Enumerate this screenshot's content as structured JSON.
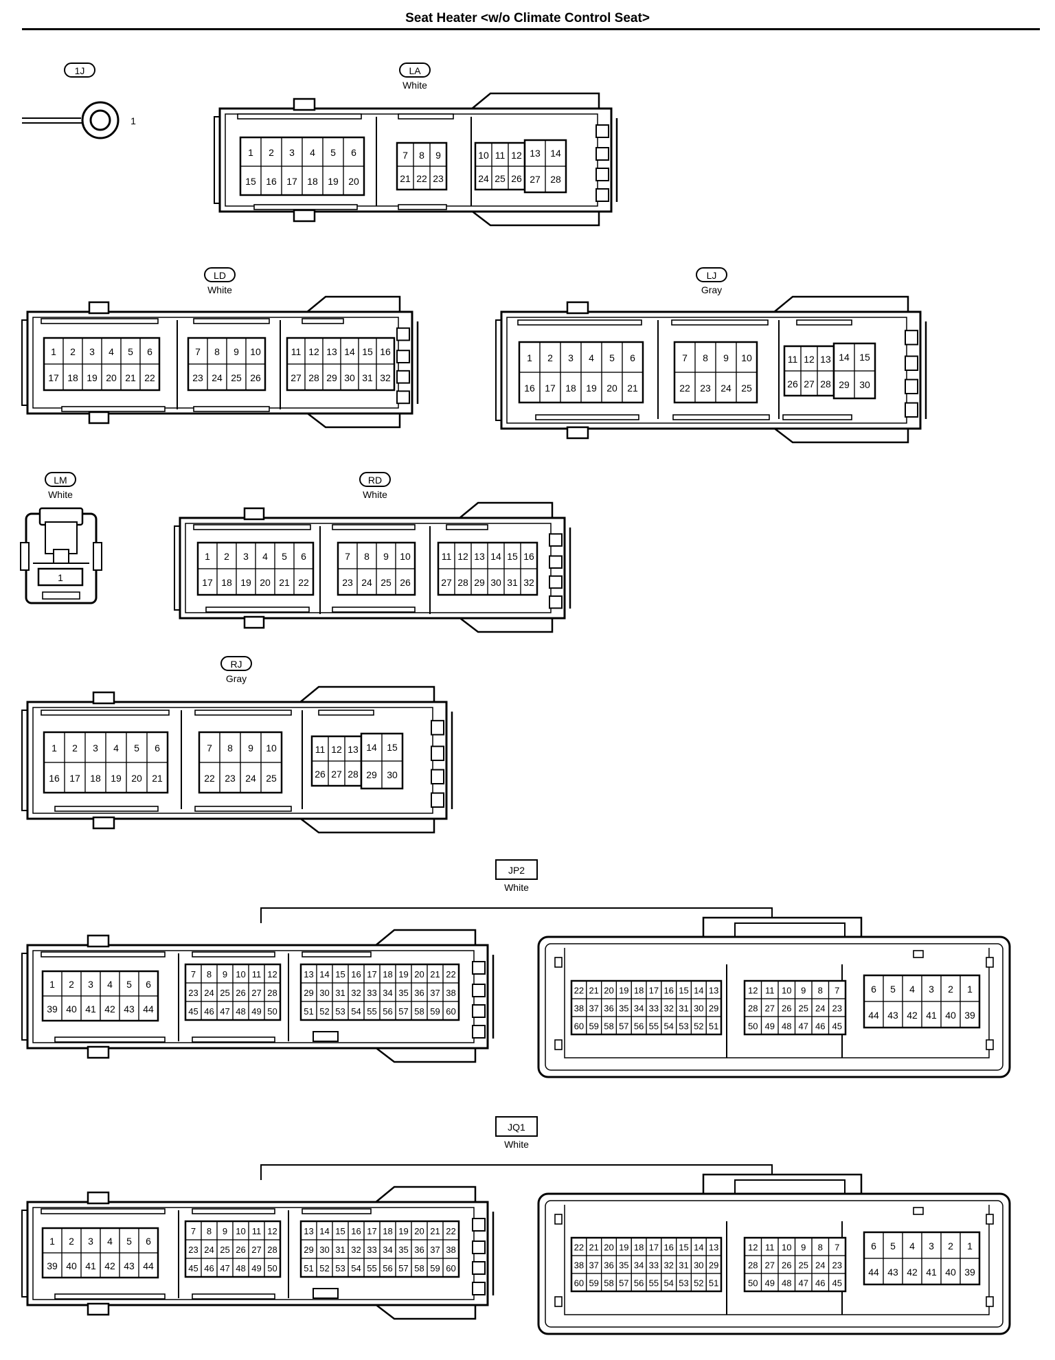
{
  "title": "Seat Heater <w/o Climate Control Seat>",
  "connectors": [
    {
      "id": "1J",
      "color": "",
      "terminal": "1"
    },
    {
      "id": "LA",
      "color": "White",
      "blocks": [
        {
          "rows": [
            [
              "1",
              "2",
              "3",
              "4",
              "5",
              "6"
            ],
            [
              "15",
              "16",
              "17",
              "18",
              "19",
              "20"
            ]
          ]
        },
        {
          "rows": [
            [
              "7",
              "8",
              "9"
            ],
            [
              "21",
              "22",
              "23"
            ]
          ]
        },
        {
          "rows": [
            [
              "10",
              "11",
              "12",
              "13",
              "14"
            ],
            [
              "24",
              "25",
              "26",
              "27",
              "28"
            ]
          ]
        }
      ]
    },
    {
      "id": "LD",
      "color": "White",
      "blocks": [
        {
          "rows": [
            [
              "1",
              "2",
              "3",
              "4",
              "5",
              "6"
            ],
            [
              "17",
              "18",
              "19",
              "20",
              "21",
              "22"
            ]
          ]
        },
        {
          "rows": [
            [
              "7",
              "8",
              "9",
              "10"
            ],
            [
              "23",
              "24",
              "25",
              "26"
            ]
          ]
        },
        {
          "rows": [
            [
              "11",
              "12",
              "13",
              "14",
              "15",
              "16"
            ],
            [
              "27",
              "28",
              "29",
              "30",
              "31",
              "32"
            ]
          ]
        }
      ]
    },
    {
      "id": "LJ",
      "color": "Gray",
      "blocks": [
        {
          "rows": [
            [
              "1",
              "2",
              "3",
              "4",
              "5",
              "6"
            ],
            [
              "16",
              "17",
              "18",
              "19",
              "20",
              "21"
            ]
          ]
        },
        {
          "rows": [
            [
              "7",
              "8",
              "9",
              "10"
            ],
            [
              "22",
              "23",
              "24",
              "25"
            ]
          ]
        },
        {
          "rows": [
            [
              "11",
              "12",
              "13",
              "14",
              "15"
            ],
            [
              "26",
              "27",
              "28",
              "29",
              "30"
            ]
          ]
        }
      ]
    },
    {
      "id": "LM",
      "color": "White",
      "terminal": "1"
    },
    {
      "id": "RD",
      "color": "White",
      "blocks": [
        {
          "rows": [
            [
              "1",
              "2",
              "3",
              "4",
              "5",
              "6"
            ],
            [
              "17",
              "18",
              "19",
              "20",
              "21",
              "22"
            ]
          ]
        },
        {
          "rows": [
            [
              "7",
              "8",
              "9",
              "10"
            ],
            [
              "23",
              "24",
              "25",
              "26"
            ]
          ]
        },
        {
          "rows": [
            [
              "11",
              "12",
              "13",
              "14",
              "15",
              "16"
            ],
            [
              "27",
              "28",
              "29",
              "30",
              "31",
              "32"
            ]
          ]
        }
      ]
    },
    {
      "id": "RJ",
      "color": "Gray",
      "blocks": [
        {
          "rows": [
            [
              "1",
              "2",
              "3",
              "4",
              "5",
              "6"
            ],
            [
              "16",
              "17",
              "18",
              "19",
              "20",
              "21"
            ]
          ]
        },
        {
          "rows": [
            [
              "7",
              "8",
              "9",
              "10"
            ],
            [
              "22",
              "23",
              "24",
              "25"
            ]
          ]
        },
        {
          "rows": [
            [
              "11",
              "12",
              "13",
              "14",
              "15"
            ],
            [
              "26",
              "27",
              "28",
              "29",
              "30"
            ]
          ]
        }
      ]
    },
    {
      "id": "JP2",
      "color": "White",
      "left_blocks": [
        {
          "rows": [
            [
              "1",
              "2",
              "3",
              "4",
              "5",
              "6"
            ],
            [
              "39",
              "40",
              "41",
              "42",
              "43",
              "44"
            ]
          ]
        },
        {
          "rows": [
            [
              "7",
              "8",
              "9",
              "10",
              "11",
              "12"
            ],
            [
              "23",
              "24",
              "25",
              "26",
              "27",
              "28"
            ],
            [
              "45",
              "46",
              "47",
              "48",
              "49",
              "50"
            ]
          ]
        },
        {
          "rows": [
            [
              "13",
              "14",
              "15",
              "16",
              "17",
              "18",
              "19",
              "20",
              "21",
              "22"
            ],
            [
              "29",
              "30",
              "31",
              "32",
              "33",
              "34",
              "35",
              "36",
              "37",
              "38"
            ],
            [
              "51",
              "52",
              "53",
              "54",
              "55",
              "56",
              "57",
              "58",
              "59",
              "60"
            ]
          ]
        }
      ],
      "right_blocks": [
        {
          "rows": [
            [
              "22",
              "21",
              "20",
              "19",
              "18",
              "17",
              "16",
              "15",
              "14",
              "13"
            ],
            [
              "38",
              "37",
              "36",
              "35",
              "34",
              "33",
              "32",
              "31",
              "30",
              "29"
            ],
            [
              "60",
              "59",
              "58",
              "57",
              "56",
              "55",
              "54",
              "53",
              "52",
              "51"
            ]
          ]
        },
        {
          "rows": [
            [
              "12",
              "11",
              "10",
              "9",
              "8",
              "7"
            ],
            [
              "28",
              "27",
              "26",
              "25",
              "24",
              "23"
            ],
            [
              "50",
              "49",
              "48",
              "47",
              "46",
              "45"
            ]
          ]
        },
        {
          "rows": [
            [
              "6",
              "5",
              "4",
              "3",
              "2",
              "1"
            ],
            [
              "44",
              "43",
              "42",
              "41",
              "40",
              "39"
            ]
          ]
        }
      ]
    },
    {
      "id": "JQ1",
      "color": "White",
      "left_blocks": [
        {
          "rows": [
            [
              "1",
              "2",
              "3",
              "4",
              "5",
              "6"
            ],
            [
              "39",
              "40",
              "41",
              "42",
              "43",
              "44"
            ]
          ]
        },
        {
          "rows": [
            [
              "7",
              "8",
              "9",
              "10",
              "11",
              "12"
            ],
            [
              "23",
              "24",
              "25",
              "26",
              "27",
              "28"
            ],
            [
              "45",
              "46",
              "47",
              "48",
              "49",
              "50"
            ]
          ]
        },
        {
          "rows": [
            [
              "13",
              "14",
              "15",
              "16",
              "17",
              "18",
              "19",
              "20",
              "21",
              "22"
            ],
            [
              "29",
              "30",
              "31",
              "32",
              "33",
              "34",
              "35",
              "36",
              "37",
              "38"
            ],
            [
              "51",
              "52",
              "53",
              "54",
              "55",
              "56",
              "57",
              "58",
              "59",
              "60"
            ]
          ]
        }
      ],
      "right_blocks": [
        {
          "rows": [
            [
              "22",
              "21",
              "20",
              "19",
              "18",
              "17",
              "16",
              "15",
              "14",
              "13"
            ],
            [
              "38",
              "37",
              "36",
              "35",
              "34",
              "33",
              "32",
              "31",
              "30",
              "29"
            ],
            [
              "60",
              "59",
              "58",
              "57",
              "56",
              "55",
              "54",
              "53",
              "52",
              "51"
            ]
          ]
        },
        {
          "rows": [
            [
              "12",
              "11",
              "10",
              "9",
              "8",
              "7"
            ],
            [
              "28",
              "27",
              "26",
              "25",
              "24",
              "23"
            ],
            [
              "50",
              "49",
              "48",
              "47",
              "46",
              "45"
            ]
          ]
        },
        {
          "rows": [
            [
              "6",
              "5",
              "4",
              "3",
              "2",
              "1"
            ],
            [
              "44",
              "43",
              "42",
              "41",
              "40",
              "39"
            ]
          ]
        }
      ]
    }
  ]
}
